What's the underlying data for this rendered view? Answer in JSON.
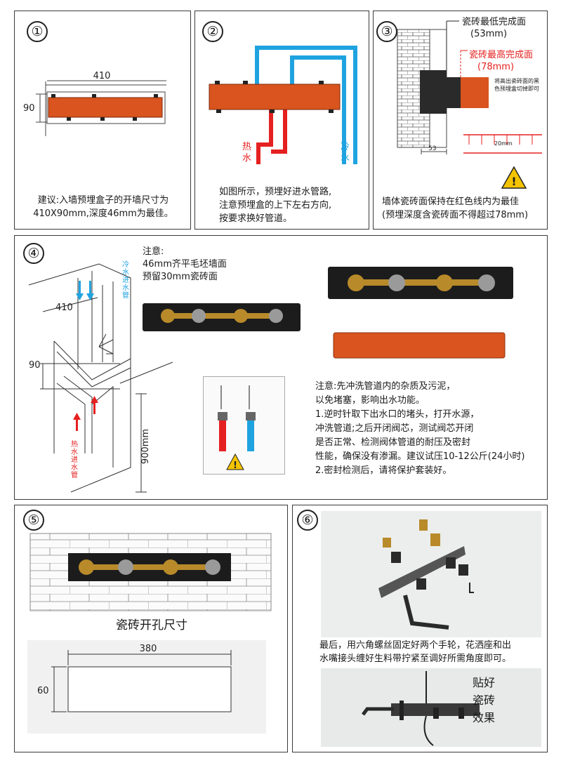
{
  "colors": {
    "box_orange": "#d9541e",
    "box_dark": "#2a2a2a",
    "hot": "#e52020",
    "cold": "#1fa3e0",
    "brass": "#b88a2a",
    "warning": "#f5c400"
  },
  "steps": {
    "s1": {
      "number": "①",
      "dim_width": "410",
      "dim_height": "90",
      "text": [
        "建议:入墙预埋盒子的开墙尺寸为",
        "410X90mm,深度46mm为最佳。"
      ]
    },
    "s2": {
      "number": "②",
      "hot_label": [
        "热",
        "水"
      ],
      "cold_label": [
        "冷",
        "水"
      ],
      "text": [
        "如图所示，预埋好进水管路,",
        "注意预埋盒的上下左右方向,",
        "按要求换好管道。"
      ]
    },
    "s3": {
      "number": "③",
      "min_label": "瓷砖最低完成面",
      "min_value": "(53mm)",
      "max_label": "瓷砖最高完成面",
      "max_value": "(78mm)",
      "cut_note": [
        "将高出瓷砖面的黑",
        "色预埋盒切掉即可"
      ],
      "dim_53": "53",
      "dim_20": "20mm",
      "text": [
        "墙体瓷砖面保持在红色线内为最佳",
        "(预埋深度含瓷砖面不得超过78mm)"
      ]
    },
    "s4": {
      "number": "④",
      "note_title": "注意:",
      "note_lines": [
        "46mm齐平毛坯墙面",
        "预留30mm瓷砖面"
      ],
      "dim_410": "410",
      "dim_90": "90",
      "dim_900": "900mm",
      "cold_pipe": [
        "冷",
        "水",
        "进",
        "水",
        "管"
      ],
      "hot_pipe": [
        "热",
        "水",
        "进",
        "水",
        "管"
      ],
      "flush_notes": [
        "注意:先冲洗管道内的杂质及污泥，",
        "以免堵塞，影响出水功能。",
        "1.逆时针取下出水口的堵头，打开水源，",
        "冲洗管道;之后开闭阀芯，测试阀芯开闭",
        "是否正常、检测阀体管道的耐压及密封",
        "性能，确保没有渗漏。建议试压10-12公斤(24小时)",
        "2.密封检测后，请将保护套装好。"
      ]
    },
    "s5": {
      "number": "⑤",
      "caption": "瓷砖开孔尺寸",
      "dim_380": "380",
      "dim_60": "60"
    },
    "s6": {
      "number": "⑥",
      "text": [
        "最后，用六角螺丝固定好两个手轮，花洒座和出",
        "水嘴接头缠好生料带拧紧至调好所需角度即可。"
      ],
      "effect": [
        "贴好",
        "瓷砖",
        "效果"
      ]
    }
  }
}
